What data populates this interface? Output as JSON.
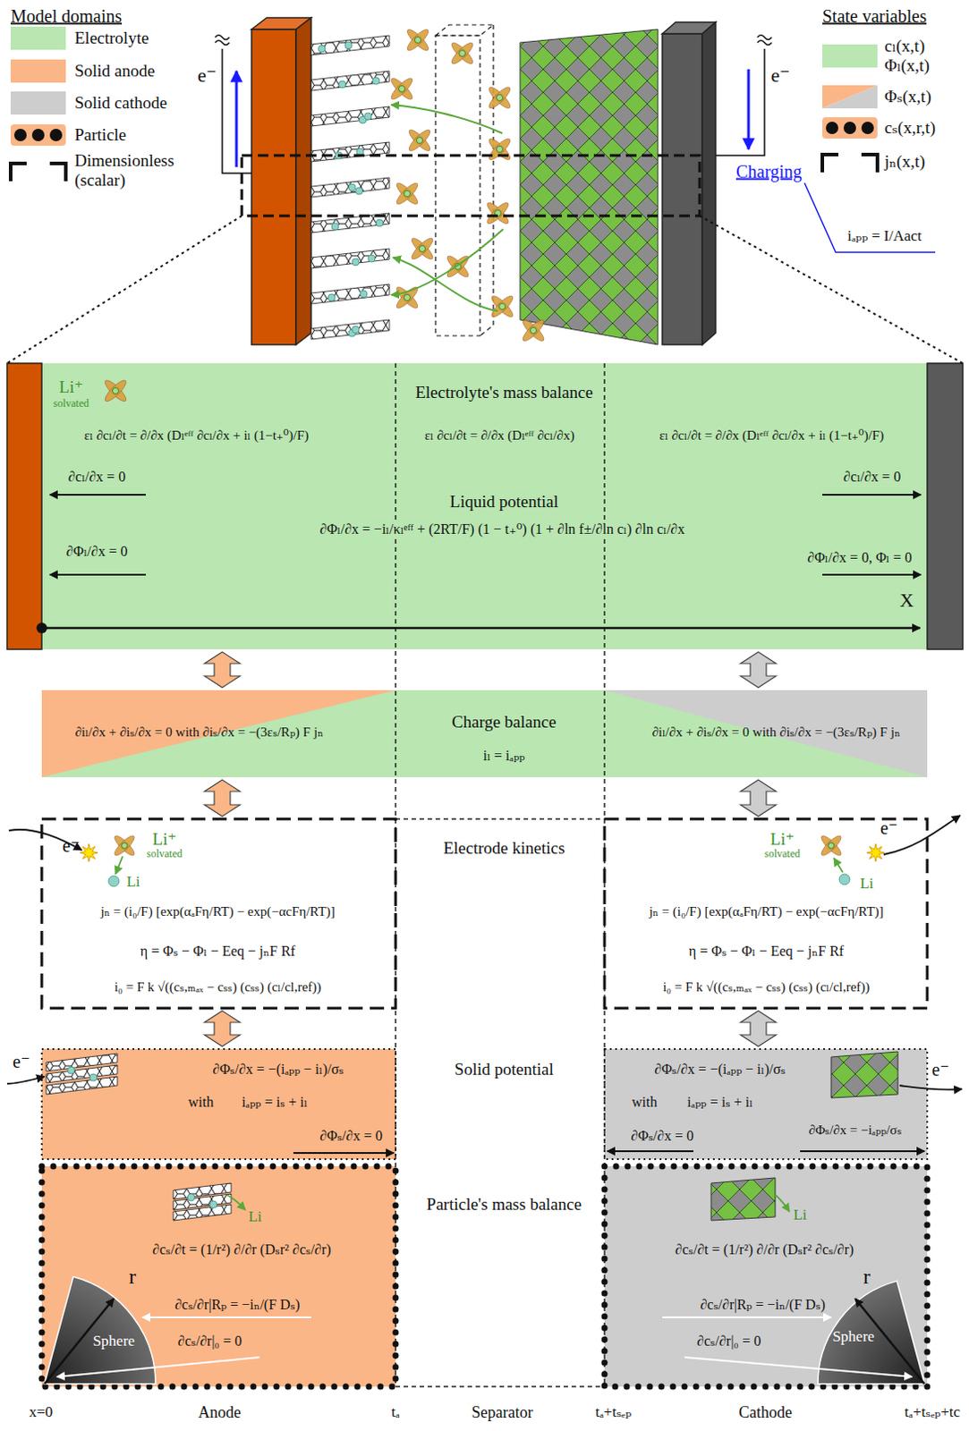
{
  "diagram": {
    "nodes": [
      {
        "text": [
          "Electrolyte's mass balance",
          "εₗ ∂cₗ/∂t = ∂/∂x (Dₗᵉᶠᶠ ∂cₗ/∂x + iₗ (1−t₊⁰)/F)",
          "εₗ ∂cₗ/∂t = ∂/∂x (Dₗᵉᶠᶠ ∂cₗ/∂x)",
          "εₗ ∂cₗ/∂t = ∂/∂x (Dₗᵉᶠᶠ ∂cₗ/∂x + iₗ (1−t₊⁰)/F)",
          "∂cₗ/∂x = 0",
          "∂cₗ/∂x = 0",
          "Liquid potential",
          "∂Φₗ/∂x = −iₗ/κₗᵉᶠᶠ + (2RT/F) (1 − t₊⁰) (1 + ∂ln f±/∂ln cₗ) ∂ln cₗ/∂x",
          "∂Φₗ/∂x = 0",
          "∂Φₗ/∂x = 0, Φₗ = 0",
          "X"
        ]
      },
      {
        "text": [
          "∂iₗ/∂x + ∂iₛ/∂x = 0 with ∂iₛ/∂x = −(3εₛ/Rₚ) F jₙ",
          "Charge balance",
          "iₗ = iₐₚₚ",
          "∂iₗ/∂x + ∂iₛ/∂x = 0 with ∂iₛ/∂x = −(3εₛ/Rₚ) F jₙ"
        ]
      },
      {
        "text": [
          "jₙ = (i₀/F) [exp(αₐFη/RT) − exp(−αcFη/RT)]",
          "η = Φₛ − Φₗ − Eeq − jₙF Rf",
          "i₀ = F k √((cₛ,ₘₐₓ − cₛₛ) (cₛₛ) (cₗ/cl,ref))"
        ]
      },
      {
        "text": [
          "jₙ = (i₀/F) [exp(αₐFη/RT) − exp(−αcFη/RT)]",
          "η = Φₛ − Φₗ − Eeq − jₙF Rf",
          "i₀ = F k √((cₛ,ₘₐₓ − cₛₛ) (cₛₛ) (cₗ/cl,ref))"
        ]
      },
      {
        "text": [
          "∂Φₛ/∂x = −(iₐₚₚ − iₗ)/σₛ",
          "with",
          "iₐₚₚ = iₛ + iₗ",
          "∂Φₛ/∂x = 0"
        ]
      },
      {
        "text": [
          "∂Φₛ/∂x = −(iₐₚₚ − iₗ)/σₛ",
          "with",
          "iₐₚₚ = iₛ + iₗ",
          "∂Φₛ/∂x = 0",
          "∂Φₛ/∂x = −iₐₚₚ/σₛ"
        ]
      },
      {
        "text": [
          "∂cₛ/∂t = (1/r²) ∂/∂r (Dₛr² ∂cₛ/∂r)",
          "∂cₛ/∂r|Rₚ = −iₙ/(F Dₛ)",
          "∂cₛ/∂r|₀ = 0",
          "Sphere",
          "r"
        ]
      },
      {
        "text": [
          "∂cₛ/∂t = (1/r²) ∂/∂r (Dₛr² ∂cₛ/∂r)",
          "∂cₛ/∂r|Rₚ = −iₙ/(F Dₛ)",
          "∂cₛ/∂r|₀ = 0",
          "Sphere",
          "r"
        ]
      }
    ],
    "edges": [
      {
        "from": 0,
        "to": 1,
        "arrow": "both"
      },
      {
        "from": 0,
        "to": 1,
        "arrow": "both"
      },
      {
        "from": 1,
        "to": 2,
        "arrow": "both"
      },
      {
        "from": 1,
        "to": 3,
        "arrow": "both"
      },
      {
        "from": 2,
        "to": 4,
        "arrow": "both"
      },
      {
        "from": 3,
        "to": 5,
        "arrow": "both"
      }
    ],
    "labels": [
      "Model domains",
      "State variables",
      "e⁻",
      "e⁻",
      "Charging",
      "iₐₚₚ = I/Aact",
      "Li⁺",
      "solvated",
      "Electrode kinetics",
      "e⁻",
      "Li⁺",
      "solvated",
      "Li",
      "Li⁺",
      "solvated",
      "e⁻",
      "Li",
      "Solid potential",
      "e⁻",
      "e⁻",
      "Particle's mass balance",
      "Li",
      "Li",
      "x=0",
      "Anode",
      "tₐ",
      "Separator",
      "tₐ+tₛₑₚ",
      "Cathode",
      "tₐ+tₛₑₚ+tc"
    ],
    "legend": [
      {
        "text": "Electrolyte",
        "color": "#b9e6b1"
      },
      {
        "text": "Solid anode",
        "color": "#fbb687"
      },
      {
        "text": "Solid cathode",
        "color": "#cdcdcd"
      },
      {
        "text": "Particle"
      },
      {
        "text": "Dimensionless (scalar)"
      },
      {
        "text": "cₗ(x,t) Φₗ(x,t)",
        "color": "#b9e6b1"
      },
      {
        "text": "Φₛ(x,t)"
      },
      {
        "text": "cₛ(x,r,t)"
      },
      {
        "text": "jₙ(x,t)"
      }
    ]
  }
}
